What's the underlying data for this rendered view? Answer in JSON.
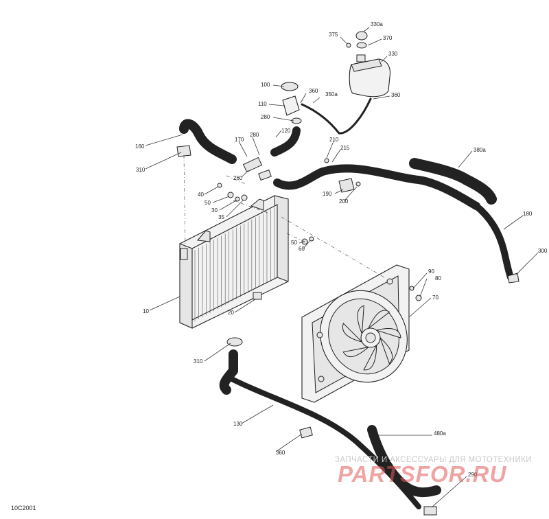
{
  "drawing_code": "10C2001",
  "watermark": {
    "caption": "ЗАПЧАСТИ И АКСЕССУАРЫ ДЛЯ МОТОТЕХНИКИ",
    "logo_text": "PARTSFOR.RU",
    "logo_color": "#e35a5a"
  },
  "callouts": [
    {
      "id": "c330a",
      "text": "330a"
    },
    {
      "id": "c375",
      "text": "375"
    },
    {
      "id": "c370",
      "text": "370"
    },
    {
      "id": "c330",
      "text": "330"
    },
    {
      "id": "c100",
      "text": "100"
    },
    {
      "id": "c360a",
      "text": "360"
    },
    {
      "id": "c350a",
      "text": "350a"
    },
    {
      "id": "c360b",
      "text": "360"
    },
    {
      "id": "c110",
      "text": "110"
    },
    {
      "id": "c280a",
      "text": "280"
    },
    {
      "id": "c120",
      "text": "120"
    },
    {
      "id": "c170",
      "text": "170"
    },
    {
      "id": "c280b",
      "text": "280"
    },
    {
      "id": "c160",
      "text": "160"
    },
    {
      "id": "c310a",
      "text": "310"
    },
    {
      "id": "c260",
      "text": "260"
    },
    {
      "id": "c210",
      "text": "210"
    },
    {
      "id": "c215",
      "text": "215"
    },
    {
      "id": "c380a",
      "text": "380a"
    },
    {
      "id": "c190",
      "text": "190"
    },
    {
      "id": "c200",
      "text": "200"
    },
    {
      "id": "c40",
      "text": "40"
    },
    {
      "id": "c50a",
      "text": "50"
    },
    {
      "id": "c30",
      "text": "30"
    },
    {
      "id": "c35",
      "text": "35"
    },
    {
      "id": "c180",
      "text": "180"
    },
    {
      "id": "c50b",
      "text": "50"
    },
    {
      "id": "c60",
      "text": "60"
    },
    {
      "id": "c300",
      "text": "300"
    },
    {
      "id": "c90",
      "text": "90"
    },
    {
      "id": "c80",
      "text": "80"
    },
    {
      "id": "c10",
      "text": "10"
    },
    {
      "id": "c70",
      "text": "70"
    },
    {
      "id": "c20",
      "text": "20"
    },
    {
      "id": "c310b",
      "text": "310"
    },
    {
      "id": "c130",
      "text": "130"
    },
    {
      "id": "c480a",
      "text": "480a"
    },
    {
      "id": "c360c",
      "text": "360"
    },
    {
      "id": "c290",
      "text": "290"
    }
  ]
}
